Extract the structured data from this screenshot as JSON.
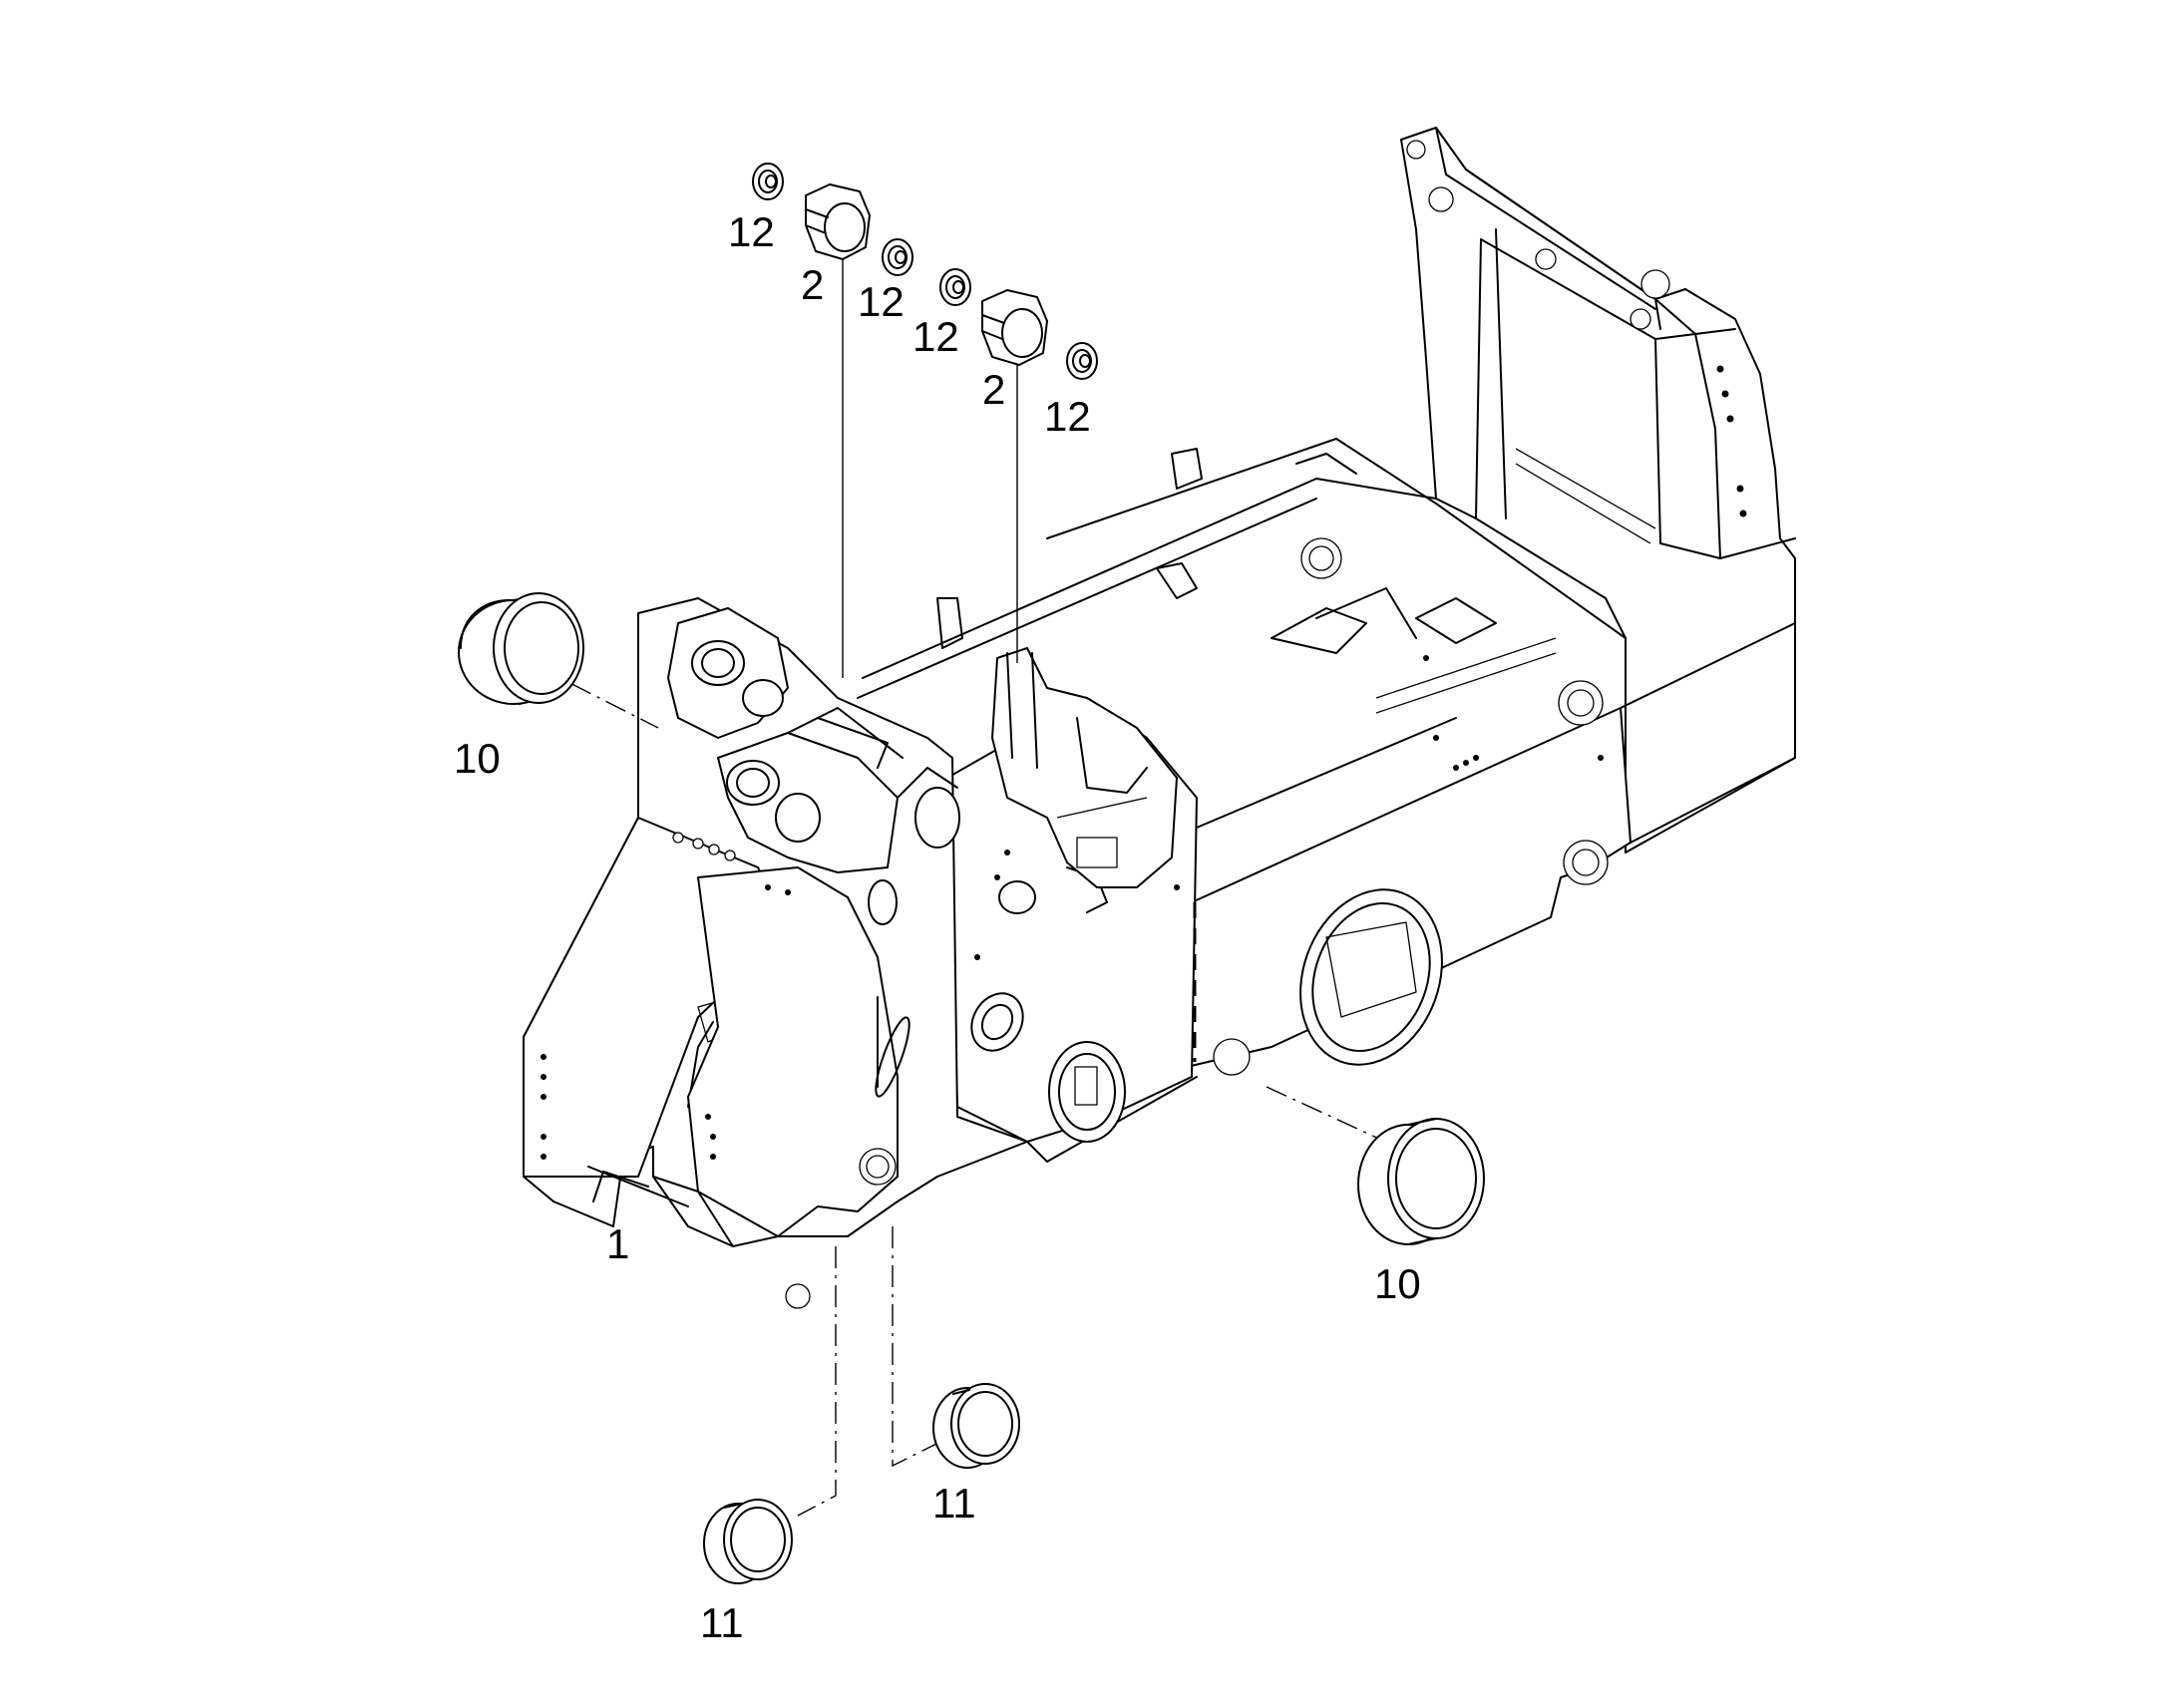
{
  "diagram": {
    "callouts": {
      "frame": "1",
      "pin_upper_left": "2",
      "pin_upper_right": "2",
      "bushing_large_left": "10",
      "bushing_large_right": "10",
      "bushing_small_right": "11",
      "bushing_small_left": "11",
      "seal_1": "12",
      "seal_2": "12",
      "seal_3": "12",
      "seal_4": "12"
    }
  }
}
